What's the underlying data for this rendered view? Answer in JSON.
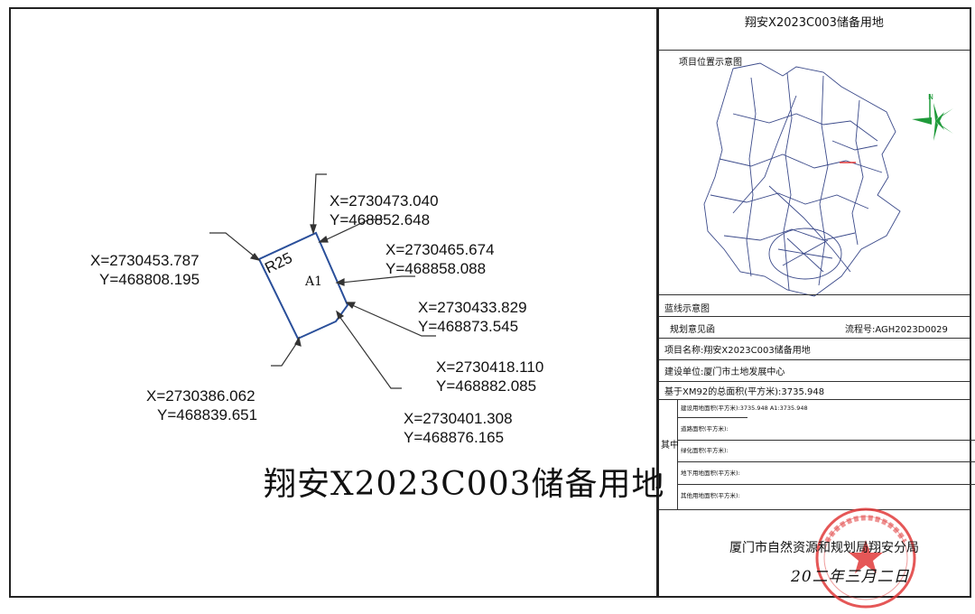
{
  "drawing": {
    "parcel_label": "A1",
    "road_label": "R25",
    "main_title": "翔安X2023C003储备用地",
    "coordinates": [
      {
        "x": "X=2730473.040",
        "y": "Y=468852.648"
      },
      {
        "x": "X=2730453.787",
        "y": "Y=468808.195"
      },
      {
        "x": "X=2730465.674",
        "y": "Y=468858.088"
      },
      {
        "x": "X=2730433.829",
        "y": "Y=468873.545"
      },
      {
        "x": "X=2730418.110",
        "y": "Y=468882.085"
      },
      {
        "x": "X=2730386.062",
        "y": "Y=468839.651"
      },
      {
        "x": "X=2730401.308",
        "y": "Y=468876.165"
      }
    ]
  },
  "panel": {
    "title": "翔安X2023C003储备用地",
    "location_map_label": "项目位置示意图",
    "blueline_label": "蓝线示意图",
    "opinion_label": "规划意见函",
    "flow_no": "流程号:AGH2023D0029",
    "project_name": "项目名称:翔安X2023C003储备用地",
    "builder": "建设单位:厦门市土地发展中心",
    "total_area": "基于XM92的总面积(平方米):3735.948",
    "among_label": "其中",
    "sub_rows": [
      "建设用地面积(平方米):3735.948 A1:3735.948",
      "道路面积(平方米):",
      "绿化面积(平方米):",
      "地下用地面积(平方米):",
      "其他用地面积(平方米):"
    ],
    "agency": "厦门市自然资源和规划局翔安分局",
    "date_handwritten": "20二年三月二日"
  },
  "colors": {
    "parcel_line": "#2a4f9a",
    "stamp_red": "#e03a3a",
    "compass_green": "#1f9a3a"
  }
}
